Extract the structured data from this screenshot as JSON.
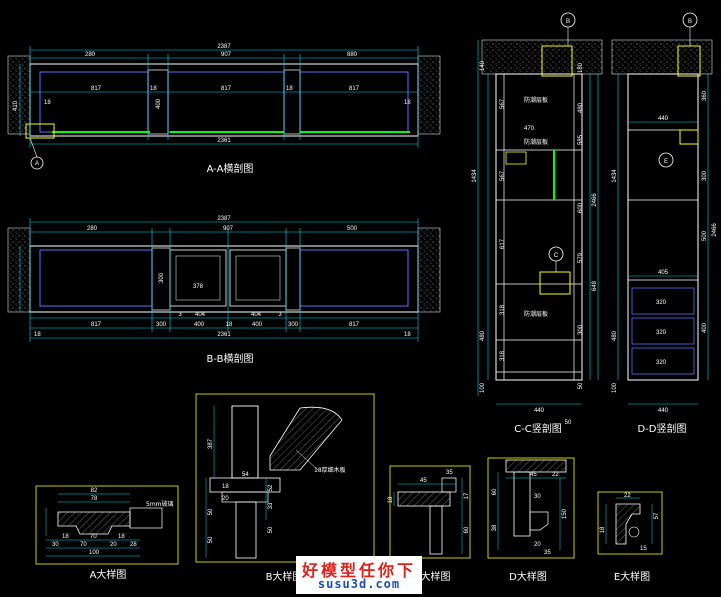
{
  "colors": {
    "background": "#000000",
    "dimension": "#00d8ff",
    "outline": "#ffffff",
    "panel": "#5a6fff",
    "accent": "#00ff00",
    "marker": "#ffff00",
    "hatch": "#c8c8c8"
  },
  "views": {
    "aa": {
      "title": "A-A横剖图",
      "top_total": "2387",
      "top_left": "280",
      "top_mid": "907",
      "top_right": "880",
      "panels": [
        "817",
        "817",
        "817"
      ],
      "side_left": "18",
      "side_right": "18",
      "mid_a": "18",
      "mid_b": "18",
      "height_a": "410",
      "height_b": "400",
      "bottom_total": "2361",
      "marker": "A"
    },
    "bb": {
      "title": "B-B横剖图",
      "top_total": "2387",
      "top_left": "280",
      "top_mid": "907",
      "top_right": "500",
      "inner": "378",
      "inner_b": "300",
      "bottom": [
        "817",
        "300",
        "400",
        "18",
        "400",
        "300",
        "817"
      ],
      "bottom_small": [
        "3",
        "404",
        "404",
        "3"
      ],
      "bottom_total": "2361",
      "side_left": "18",
      "side_right": "18"
    },
    "cc": {
      "title": "C-C竖剖图",
      "marker_top": "B",
      "marker_mid": "C",
      "labels": [
        "防潮层板",
        "防潮层板",
        "防潮层板"
      ],
      "left_dims": [
        "140",
        "567",
        "470",
        "1434",
        "567",
        "617",
        "318",
        "318",
        "480",
        "100"
      ],
      "right_dims": [
        "180",
        "480",
        "585",
        "600",
        "579",
        "648",
        "300",
        "50"
      ],
      "total": "2466",
      "bottom_width": "440",
      "bottom_side": "50"
    },
    "dd": {
      "title": "D-D竖剖图",
      "marker_top": "B",
      "marker_mid": "E",
      "width_top": "440",
      "width_mid": "405",
      "width_bottom": "440",
      "left_dims": [
        "1434",
        "480",
        "100"
      ],
      "right_dims": [
        "360",
        "300",
        "500",
        "400"
      ],
      "drawer_dims": [
        "320",
        "320",
        "320"
      ],
      "total": "2466"
    },
    "detail_a": {
      "title": "A大样图",
      "dims_top": [
        "82",
        "78"
      ],
      "dims_mid": [
        "18",
        "70",
        "18"
      ],
      "dims_bottom": [
        "30",
        "70",
        "20",
        "28"
      ],
      "total": "100",
      "note": "5mm玻璃"
    },
    "detail_b": {
      "title": "B大样图",
      "note": "18厚细木板",
      "dims_left": [
        "387",
        "50",
        "18",
        "20",
        "50"
      ],
      "dims_right": [
        "54",
        "52",
        "33",
        "50"
      ]
    },
    "detail_c": {
      "title": "C大样图",
      "dims": [
        "35",
        "45",
        "18",
        "17",
        "60"
      ]
    },
    "detail_d": {
      "title": "D大样图",
      "dims": [
        "45",
        "22",
        "60",
        "30",
        "38",
        "150",
        "20",
        "35"
      ]
    },
    "detail_e": {
      "title": "E大样图",
      "dims": [
        "22",
        "18",
        "57",
        "15"
      ]
    }
  },
  "watermark": {
    "text": "好模型任你下",
    "url": "susu3d.com"
  }
}
